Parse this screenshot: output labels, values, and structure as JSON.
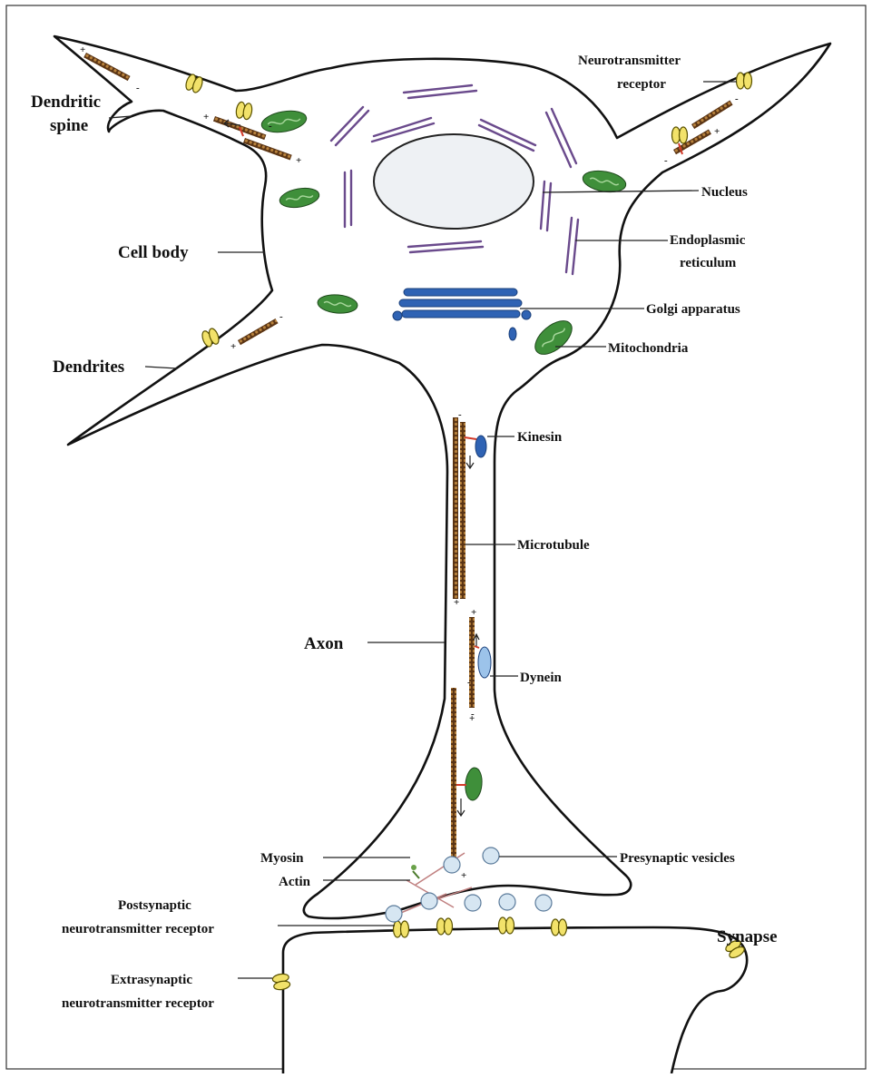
{
  "labels": {
    "dendritic_spine": [
      "Dendritic",
      "spine"
    ],
    "neurotransmitter_receptor": [
      "Neurotransmitter",
      "receptor"
    ],
    "nucleus": "Nucleus",
    "cell_body": "Cell body",
    "endoplasmic_reticulum": [
      "Endoplasmic",
      "reticulum"
    ],
    "golgi_apparatus": "Golgi apparatus",
    "dendrites": "Dendrites",
    "mitochondria": "Mitochondria",
    "kinesin": "Kinesin",
    "microtubule": "Microtubule",
    "axon": "Axon",
    "dynein": "Dynein",
    "myosin": "Myosin",
    "presynaptic_vesicles": "Presynaptic vesicles",
    "actin": "Actin",
    "synapse": "Synapse",
    "postsynaptic_receptor": [
      "Postsynaptic",
      "neurotransmitter receptor"
    ],
    "extrasynaptic_receptor": [
      "Extrasynaptic",
      "neurotransmitter receptor"
    ]
  },
  "colors": {
    "membrane": "#111111",
    "receptor": "#f2e26a",
    "mitochondria": "#3f8f3a",
    "golgi": "#2f63b4",
    "er": "#6a4a8c",
    "microtubule": "#7a4a1e",
    "vesicle": "#d6e6f2",
    "dynein": "#9cc3ea",
    "kinesin": "#2f63b4",
    "linker": "#d23a2a"
  },
  "icons": [
    "receptor-icon",
    "mitochondrion-icon",
    "microtubule-icon",
    "vesicle-icon",
    "motor-protein-icon"
  ]
}
